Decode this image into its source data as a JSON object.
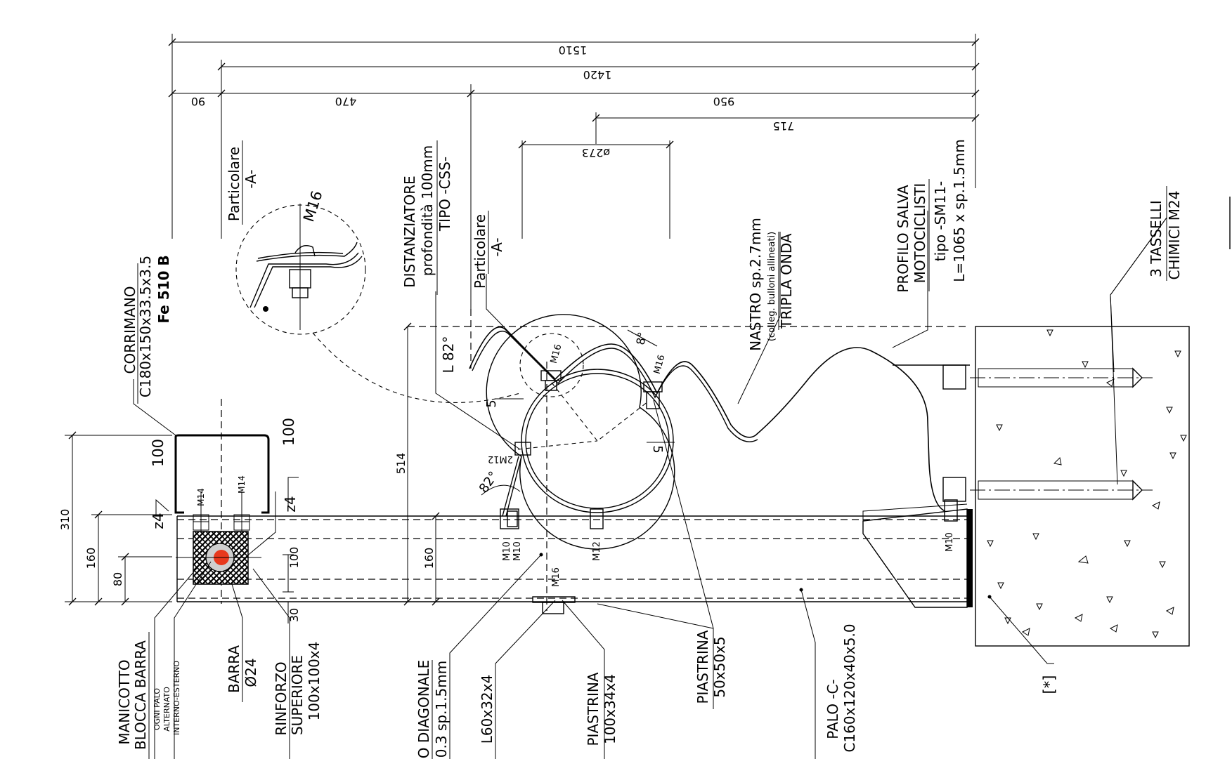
{
  "dimensions": {
    "d1510": "1510",
    "d1420": "1420",
    "d90": "90",
    "d470": "470",
    "d950": "950",
    "d715": "715",
    "d273": "ø273",
    "d514": "514",
    "d160_left": "160",
    "d160_mid": "160",
    "d310": "310",
    "d80": "80",
    "d100_handrail_a": "100",
    "d100_handrail_b": "100",
    "d100_rib": "100",
    "d30": "30",
    "d5_a": "5",
    "d5_b": "5",
    "angle_82_top": "L 82°",
    "angle_82_low": "82°",
    "angle_8": "8°"
  },
  "labels": {
    "corrimano_1": "CORRIMANO",
    "corrimano_2": "C180x150x33.5x3.5",
    "corrimano_3": "Fe 510 B",
    "particolare_left_1": "Particolare",
    "particolare_left_2": "-A-",
    "detail_bolt": "M16",
    "distanziatore_1": "DISTANZIATORE",
    "distanziatore_2": "profondità 100mm",
    "distanziatore_3": "TIPO -CSS-",
    "particolare_mid_1": "Particolare",
    "particolare_mid_2": "-A-",
    "nastro_1": "NASTRO sp.2.7mm",
    "nastro_2": "(colleg. bulloni allineati)",
    "nastro_3": "TRIPLA ONDA",
    "profilo_1": "PROFILO SALVA",
    "profilo_2": "MOTOCICLISTI",
    "profilo_3": "tipo -SM11-",
    "profilo_4": "L=1065 x sp.1.5mm",
    "tasselli_1": "3 TASSELLI",
    "tasselli_2": "CHIMICI M24",
    "manicotto_1": "MANICOTTO",
    "manicotto_2": "BLOCCA BARRA",
    "manicotto_3": "OGNI PALO",
    "manicotto_4": "ALTERNATO",
    "manicotto_5": "INTERNO-ESTERNO",
    "barra_1": "BARRA",
    "barra_2": "Ø24",
    "rinforzo_1": "RINFORZO",
    "rinforzo_2": "SUPERIORE",
    "rinforzo_3": "100x100x4",
    "diagonale_1": "O DIAGONALE",
    "diagonale_2": "0.3 sp.1.5mm",
    "angolare": "L60x32x4",
    "piastrina_1a": "PIASTRINA",
    "piastrina_1b": "100x34x4",
    "piastrina_2a": "PIASTRINA",
    "piastrina_2b": "50x50x5",
    "palo_1": "PALO -C-",
    "palo_2": "C160x120x40x5.0",
    "note_ref": "[*]",
    "z4_a": "z4",
    "z4_b": "z4"
  },
  "bolts": {
    "m14_a": "M14",
    "m14_b": "M14",
    "m16_top": "M16",
    "m16_right": "M16",
    "m16_bottom": "M16",
    "m12_diag": "2M12",
    "m10_a": "M10",
    "m10_b": "M10",
    "m12_low": "M12",
    "m10_base": "M10"
  }
}
